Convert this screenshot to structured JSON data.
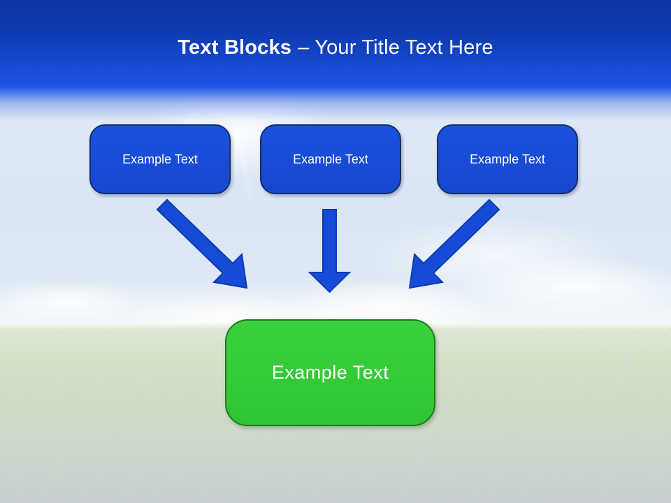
{
  "header": {
    "title_bold": "Text Blocks",
    "title_rest": "– Your Title Text Here"
  },
  "blocks": [
    {
      "label": "Example Text"
    },
    {
      "label": "Example Text"
    },
    {
      "label": "Example Text"
    }
  ],
  "result_block": {
    "label": "Example Text"
  },
  "icons": {
    "arrow_left": "arrow-down-right-icon",
    "arrow_middle": "arrow-down-icon",
    "arrow_right": "arrow-down-left-icon"
  },
  "colors": {
    "header_top": "#0C33A2",
    "header_bottom": "#1B52E2",
    "block_fill": "#1850DC",
    "block_border": "#142E66",
    "arrow_fill": "#164BD8",
    "arrow_border": "#0F3AAE",
    "result_fill": "#35CB37",
    "result_border": "#1E7B20",
    "title_text": "#FFFFFF",
    "sky": "#DDE8F5",
    "field": "#CFDCC7"
  }
}
